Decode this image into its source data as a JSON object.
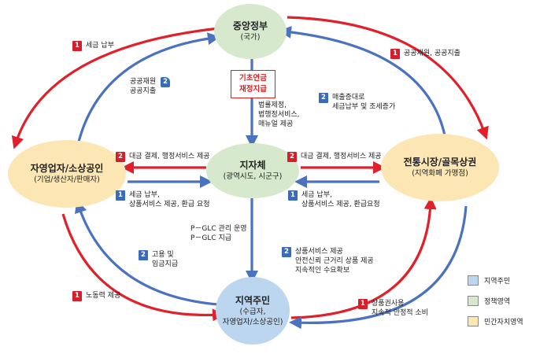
{
  "colors": {
    "red": "#e0202a",
    "blue": "#4a72bf",
    "resident": "#bcd6ef",
    "policy": "#d6e9cc",
    "private": "#fbe6b4"
  },
  "nodes": {
    "central": {
      "title": "중앙정부",
      "sub": "(국가)"
    },
    "local": {
      "title": "지자체",
      "sub": "(광역시도, 시군구)"
    },
    "left": {
      "title": "자영업자/소상공인",
      "sub": "(기업/생산자/판매자)"
    },
    "right": {
      "title": "전통시장/골목상권",
      "sub": "(지역화폐 가맹점)"
    },
    "resident": {
      "title": "지역주민",
      "sub1": "(수급자,",
      "sub2": "자영업자/소상공인)"
    }
  },
  "basic_box": {
    "line1": "기초연금",
    "line2": "재정지급"
  },
  "labels": {
    "tax_pay": {
      "badge": "1",
      "text": "세금 납부"
    },
    "public_spend": {
      "badge": "1",
      "text": "공공재원, 공공지출"
    },
    "public_source": {
      "badge": "2",
      "line1": "공공재원",
      "line2": "공공지출"
    },
    "sales_tax": {
      "badge": "2",
      "line1": "매출증대로",
      "line2": "세금납부 및 조세증가"
    },
    "law": {
      "line1": "법률제정,",
      "line2": "법행정서비스,",
      "line3": "매뉴얼 제공"
    },
    "payment_left": {
      "badge": "2",
      "text": "대금 결제, 행정서비스 제공"
    },
    "payment_right": {
      "badge": "2",
      "text": "대금 결제, 행정서비스 제공"
    },
    "tax_left": {
      "badge": "1",
      "line1": "세금 납부,",
      "line2": "상품서비스 제공, 환급 요청"
    },
    "tax_right": {
      "badge": "1",
      "line1": "세금 납부,",
      "line2": "상품서비스 제공, 환급요청"
    },
    "glc": {
      "line1": "P－GLC 관리 운영",
      "line2": "P－GLC 지급"
    },
    "employ": {
      "badge": "2",
      "line1": "고용 및",
      "line2": "임금지급"
    },
    "goods": {
      "badge": "2",
      "line1": "상품서비스 제공",
      "line2": "안전신뢰 근거리 상품 제공",
      "line3": "지속적인 수요확보"
    },
    "labor": {
      "badge": "1",
      "text": "노동력 제공"
    },
    "voucher": {
      "badge": "1",
      "line1": "상품권사용",
      "line2": "지속적 안정적 소비"
    }
  },
  "legend": [
    {
      "label": "지역주민",
      "color": "#bcd6ef"
    },
    {
      "label": "정책영역",
      "color": "#d6e9cc"
    },
    {
      "label": "민간자치영역",
      "color": "#fbe6b4"
    }
  ]
}
